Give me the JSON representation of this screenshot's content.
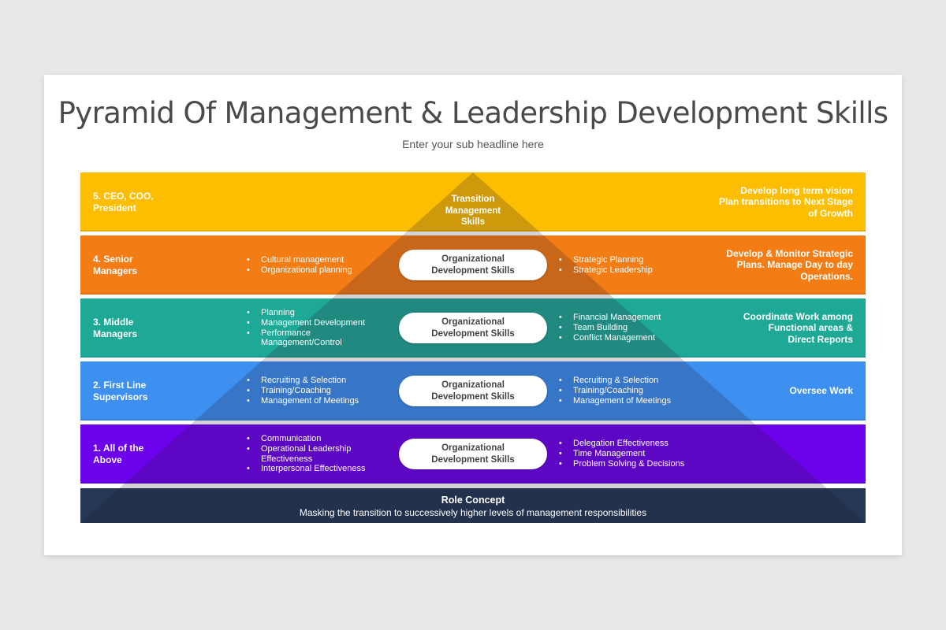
{
  "header": {
    "title": "Pyramid Of Management & Leadership Development Skills",
    "subtitle": "Enter your sub headline here"
  },
  "pyramid": {
    "apex_label": "Transition Management Skills",
    "apex_lines": [
      "Transition",
      "Management",
      "Skills"
    ]
  },
  "colors": {
    "level5": "#fdbd00",
    "level4": "#f47c14",
    "level3": "#1ea896",
    "level2": "#3d8ff0",
    "level1": "#6c02ec",
    "role": "#243856",
    "overlay": "rgba(60,40,40,0.22)"
  },
  "levels": [
    {
      "id": 5,
      "label": "5. CEO, COO, President",
      "label_lines": [
        "5. CEO, COO,",
        "President"
      ],
      "left_items": [],
      "pill": "",
      "right_items": [],
      "outcome": "Develop long term vision Plan transitions to Next Stage of Growth",
      "outcome_lines": [
        "Develop long term vision",
        "Plan transitions to Next Stage",
        "of Growth"
      ]
    },
    {
      "id": 4,
      "label": "4. Senior Managers",
      "label_lines": [
        "4. Senior",
        "Managers"
      ],
      "left_items": [
        "Cultural management",
        "Organizational planning"
      ],
      "pill": "Organizational Development Skills",
      "pill_lines": [
        "Organizational",
        "Development Skills"
      ],
      "right_items": [
        "Strategic Planning",
        "Strategic Leadership"
      ],
      "outcome": "Develop & Monitor Strategic Plans. Manage Day to day Operations.",
      "outcome_lines": [
        "Develop & Monitor Strategic",
        "Plans. Manage Day to day",
        "Operations."
      ]
    },
    {
      "id": 3,
      "label": "3. Middle Managers",
      "label_lines": [
        "3. Middle",
        "Managers"
      ],
      "left_items": [
        "Planning",
        "Management Development",
        "Performance Management/Control"
      ],
      "pill": "Organizational Development Skills",
      "pill_lines": [
        "Organizational",
        "Development Skills"
      ],
      "right_items": [
        "Financial Management",
        "Team Building",
        "Conflict Management"
      ],
      "outcome": "Coordinate Work among Functional areas & Direct Reports",
      "outcome_lines": [
        "Coordinate Work among",
        "Functional areas &",
        "Direct Reports"
      ]
    },
    {
      "id": 2,
      "label": "2. First Line Supervisors",
      "label_lines": [
        "2. First Line",
        "Supervisors"
      ],
      "left_items": [
        "Recruiting & Selection",
        "Training/Coaching",
        "Management of Meetings"
      ],
      "pill": "Organizational Development Skills",
      "pill_lines": [
        "Organizational",
        "Development Skills"
      ],
      "right_items": [
        "Recruiting & Selection",
        "Training/Coaching",
        "Management of Meetings"
      ],
      "outcome": "Oversee Work",
      "outcome_lines": [
        "Oversee Work"
      ]
    },
    {
      "id": 1,
      "label": "1. All of the Above",
      "label_lines": [
        "1. All of the",
        "Above"
      ],
      "left_items": [
        "Communication",
        "Operational Leadership Effectiveness",
        "Interpersonal Effectiveness"
      ],
      "pill": "Organizational Development Skills",
      "pill_lines": [
        "Organizational",
        "Development Skills"
      ],
      "right_items": [
        "Delegation Effectiveness",
        "Time Management",
        "Problem Solving & Decisions"
      ],
      "outcome": "",
      "outcome_lines": []
    }
  ],
  "role": {
    "title": "Role Concept",
    "subtitle": "Masking the transition to successively higher levels of management responsibilities"
  }
}
